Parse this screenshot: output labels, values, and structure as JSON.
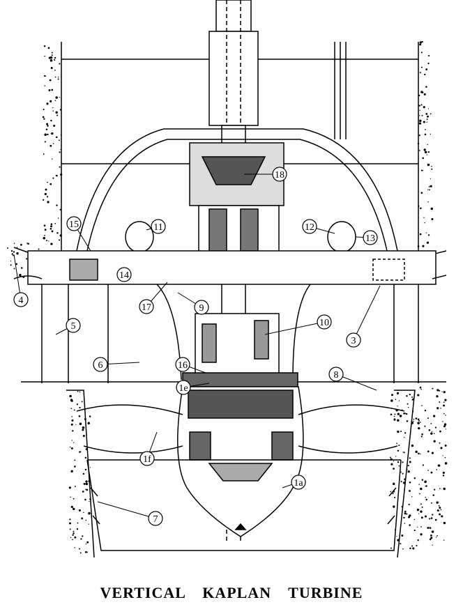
{
  "title": "VERTICAL KAPLAN TURBINE",
  "labels": [
    "4",
    "5",
    "6",
    "7",
    "3",
    "8",
    "15",
    "14",
    "17",
    "11",
    "12",
    "13",
    "18",
    "9",
    "10",
    "16",
    "1e",
    "1f",
    "1a"
  ]
}
